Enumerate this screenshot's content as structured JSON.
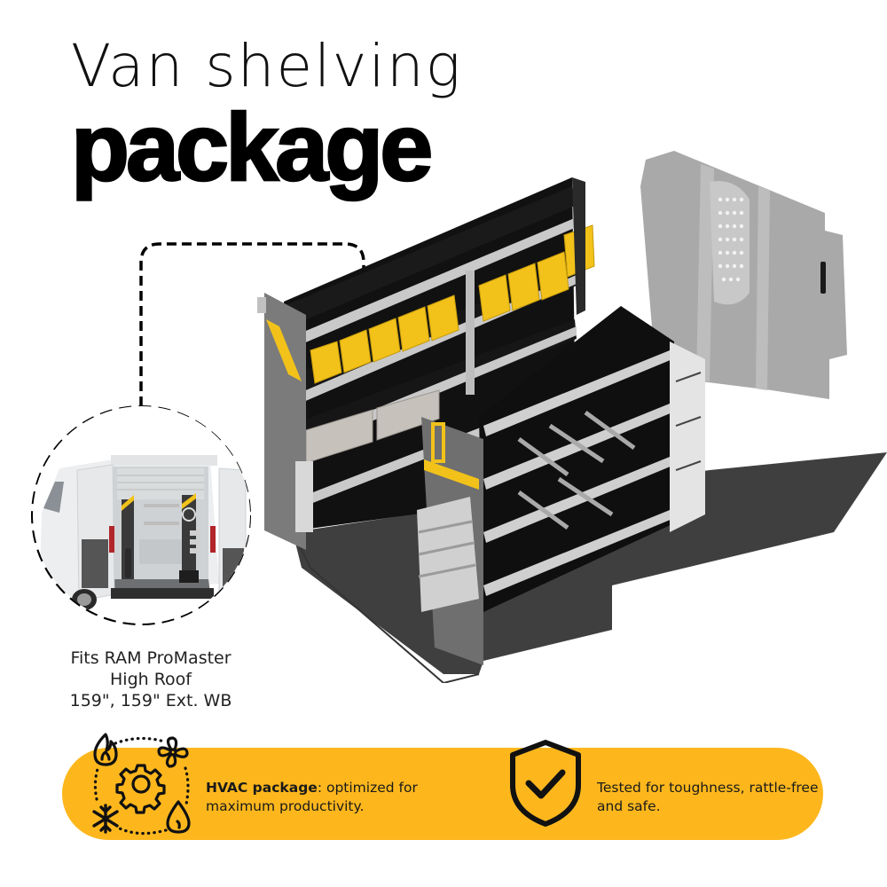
{
  "header": {
    "title_line1": "Van shelving",
    "title_line2": "package"
  },
  "inset": {
    "image_alt": "RAM ProMaster van rear view with shelving installed",
    "caption_lines": [
      "Fits RAM ProMaster",
      "High Roof",
      "159\", 159\" Ext. WB"
    ]
  },
  "product_render": {
    "image_alt": "Van shelving package 3D render with yellow bins, shelves, and partition"
  },
  "features": [
    {
      "icon": "hvac-cycle-icon",
      "bold": "HVAC package",
      "text": ": optimized for maximum productivity."
    },
    {
      "icon": "shield-check-icon",
      "bold": "",
      "text": "Tested for toughness, rattle-free and safe."
    }
  ],
  "colors": {
    "accent_yellow": "#fdb71d",
    "text_dark": "#111111",
    "shelf_black": "#141414",
    "floor_gray": "#3f3f3f",
    "rail_silver": "#c8c8c8",
    "bin_yellow": "#f2c21a",
    "partition_gray": "#a9a9a9"
  }
}
